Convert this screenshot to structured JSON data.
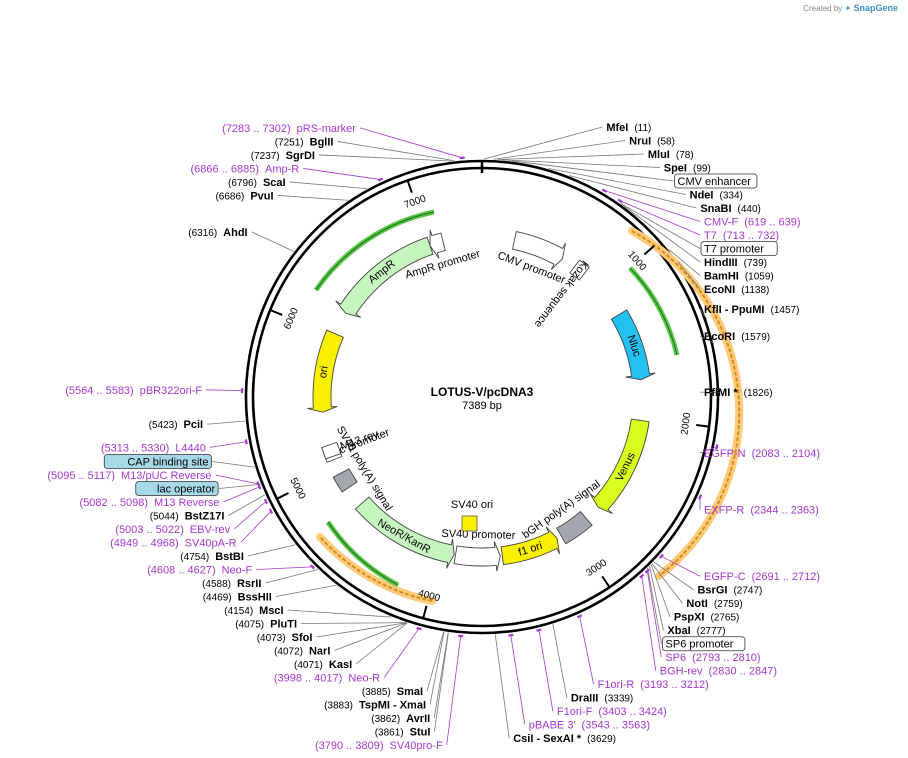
{
  "credit": {
    "created_by": "Created by",
    "brand": "SnapGene"
  },
  "plasmid": {
    "name": "LOTUS-V/pcDNA3",
    "size_label": "7389 bp",
    "length": 7389
  },
  "colors": {
    "backbone": "#000000",
    "primer": "#a638d0",
    "feature_gray": "#ededed"
  },
  "ticks": [
    {
      "pos": 1000,
      "label": "1000"
    },
    {
      "pos": 2000,
      "label": "2000"
    },
    {
      "pos": 3000,
      "label": "3000"
    },
    {
      "pos": 4000,
      "label": "4000"
    },
    {
      "pos": 5000,
      "label": "5000"
    },
    {
      "pos": 6000,
      "label": "6000"
    },
    {
      "pos": 7000,
      "label": "7000"
    }
  ],
  "labels": [
    {
      "text": "MfeI",
      "coord": "(11)",
      "style": "enzyme",
      "bold": true,
      "pos": 11
    },
    {
      "text": "NruI",
      "coord": "(58)",
      "style": "enzyme",
      "bold": true,
      "pos": 58
    },
    {
      "text": "MluI",
      "coord": "(78)",
      "style": "enzyme",
      "bold": true,
      "pos": 78
    },
    {
      "text": "SpeI",
      "coord": "(99)",
      "style": "enzyme",
      "bold": true,
      "pos": 99
    },
    {
      "text": "CMV enhancer",
      "coord": "",
      "style": "boxed",
      "pos": 150
    },
    {
      "text": "NdeI",
      "coord": "(334)",
      "style": "enzyme",
      "bold": true,
      "pos": 334
    },
    {
      "text": "SnaBI",
      "coord": "(440)",
      "style": "enzyme",
      "bold": true,
      "pos": 440
    },
    {
      "text": "CMV-F",
      "coord": "(619 .. 639)",
      "style": "primer",
      "pos": 629
    },
    {
      "text": "T7",
      "coord": "(713 .. 732)",
      "style": "primer",
      "pos": 722
    },
    {
      "text": "T7 promoter",
      "coord": "",
      "style": "boxed",
      "pos": 730
    },
    {
      "text": "HindIII",
      "coord": "(739)",
      "style": "enzyme",
      "bold": true,
      "pos": 739
    },
    {
      "text": "BamHI",
      "coord": "(1059)",
      "style": "enzyme",
      "bold": true,
      "pos": 1059
    },
    {
      "text": "EcoNI",
      "coord": "(1138)",
      "style": "enzyme",
      "bold": true,
      "pos": 1138
    },
    {
      "text": "KflI - PpuMI",
      "coord": "(1457)",
      "style": "enzyme",
      "bold": true,
      "pos": 1457
    },
    {
      "text": "EcoRI",
      "coord": "(1579)",
      "style": "enzyme",
      "bold": true,
      "pos": 1579
    },
    {
      "text": "PflMI *",
      "coord": "(1826)",
      "style": "enzyme",
      "bold": true,
      "pos": 1826
    },
    {
      "text": "EGFP-N",
      "coord": "(2083 .. 2104)",
      "style": "primer",
      "pos": 2093
    },
    {
      "text": "EXFP-R",
      "coord": "(2344 .. 2363)",
      "style": "primer",
      "pos": 2353
    },
    {
      "text": "EGFP-C",
      "coord": "(2691 .. 2712)",
      "style": "primer",
      "pos": 2701
    },
    {
      "text": "BsrGI",
      "coord": "(2747)",
      "style": "enzyme",
      "bold": true,
      "pos": 2747
    },
    {
      "text": "NotI",
      "coord": "(2759)",
      "style": "enzyme",
      "bold": true,
      "pos": 2759
    },
    {
      "text": "PspXI",
      "coord": "(2765)",
      "style": "enzyme",
      "bold": true,
      "pos": 2765
    },
    {
      "text": "XbaI",
      "coord": "(2777)",
      "style": "enzyme",
      "bold": true,
      "pos": 2777
    },
    {
      "text": "SP6 promoter",
      "coord": "",
      "style": "boxed",
      "pos": 2790
    },
    {
      "text": "SP6",
      "coord": "(2793 .. 2810)",
      "style": "primer",
      "pos": 2801
    },
    {
      "text": "BGH-rev",
      "coord": "(2830 .. 2847)",
      "style": "primer",
      "pos": 2838
    },
    {
      "text": "F1ori-R",
      "coord": "(3193 .. 3212)",
      "style": "primer",
      "pos": 3202
    },
    {
      "text": "DraIII",
      "coord": "(3339)",
      "style": "enzyme",
      "bold": true,
      "pos": 3339
    },
    {
      "text": "F1ori-F",
      "coord": "(3403 .. 3424)",
      "style": "primer",
      "pos": 3413
    },
    {
      "text": "pBABE 3'",
      "coord": "(3543 .. 3563)",
      "style": "primer",
      "pos": 3553
    },
    {
      "text": "CsiI - SexAI *",
      "coord": "(3629)",
      "style": "enzyme",
      "bold": true,
      "pos": 3629
    },
    {
      "text": "SV40pro-F",
      "coord": "(3790 .. 3809)",
      "style": "primer",
      "pos": 3799
    },
    {
      "text": "StuI",
      "coord": "(3861)",
      "style": "enzyme",
      "bold": true,
      "pos": 3861
    },
    {
      "text": "AvrII",
      "coord": "(3862)",
      "style": "enzyme",
      "bold": true,
      "pos": 3862
    },
    {
      "text": "TspMI - XmaI",
      "coord": "(3883)",
      "style": "enzyme",
      "bold": true,
      "pos": 3883
    },
    {
      "text": "SmaI",
      "coord": "(3885)",
      "style": "enzyme",
      "bold": true,
      "pos": 3885
    },
    {
      "text": "Neo-R",
      "coord": "(3998 .. 4017)",
      "style": "primer",
      "pos": 4007
    },
    {
      "text": "KasI",
      "coord": "(4071)",
      "style": "enzyme",
      "bold": true,
      "pos": 4071
    },
    {
      "text": "NarI",
      "coord": "(4072)",
      "style": "enzyme",
      "bold": true,
      "pos": 4072
    },
    {
      "text": "SfoI",
      "coord": "(4073)",
      "style": "enzyme",
      "bold": true,
      "pos": 4073
    },
    {
      "text": "PluTI",
      "coord": "(4075)",
      "style": "enzyme",
      "bold": true,
      "pos": 4075
    },
    {
      "text": "MscI",
      "coord": "(4154)",
      "style": "enzyme",
      "bold": true,
      "pos": 4154
    },
    {
      "text": "BssHII",
      "coord": "(4469)",
      "style": "enzyme",
      "bold": true,
      "pos": 4469
    },
    {
      "text": "RsrII",
      "coord": "(4588)",
      "style": "enzyme",
      "bold": true,
      "pos": 4588
    },
    {
      "text": "Neo-F",
      "coord": "(4608 .. 4627)",
      "style": "primer",
      "pos": 4617
    },
    {
      "text": "BstBI",
      "coord": "(4754)",
      "style": "enzyme",
      "bold": true,
      "pos": 4754
    },
    {
      "text": "SV40pA-R",
      "coord": "(4949 .. 4968)",
      "style": "primer",
      "pos": 4958
    },
    {
      "text": "EBV-rev",
      "coord": "(5003 .. 5022)",
      "style": "primer",
      "pos": 5012
    },
    {
      "text": "BstZ17I",
      "coord": "(5044)",
      "style": "enzyme",
      "bold": true,
      "pos": 5044
    },
    {
      "text": "M13 Reverse",
      "coord": "(5082 .. 5098)",
      "style": "primer",
      "pos": 5090
    },
    {
      "text": "lac operator",
      "coord": "",
      "style": "boxed-fill",
      "pos": 5100
    },
    {
      "text": "M13/pUC Reverse",
      "coord": "(5095 .. 5117)",
      "style": "primer",
      "pos": 5106
    },
    {
      "text": "CAP binding site",
      "coord": "",
      "style": "boxed-fill",
      "pos": 5190
    },
    {
      "text": "L4440",
      "coord": "(5313 .. 5330)",
      "style": "primer",
      "pos": 5321
    },
    {
      "text": "PciI",
      "coord": "(5423)",
      "style": "enzyme",
      "bold": true,
      "pos": 5423
    },
    {
      "text": "pBR322ori-F",
      "coord": "(5564 .. 5583)",
      "style": "primer",
      "pos": 5573
    },
    {
      "text": "AhdI",
      "coord": "(6316)",
      "style": "enzyme",
      "bold": true,
      "pos": 6316
    },
    {
      "text": "PvuI",
      "coord": "(6686)",
      "style": "enzyme",
      "bold": true,
      "pos": 6686
    },
    {
      "text": "ScaI",
      "coord": "(6796)",
      "style": "enzyme",
      "bold": true,
      "pos": 6796
    },
    {
      "text": "Amp-R",
      "coord": "(6866 .. 6885)",
      "style": "primer",
      "pos": 6875
    },
    {
      "text": "SgrDI",
      "coord": "(7237)",
      "style": "enzyme",
      "bold": true,
      "pos": 7237
    },
    {
      "text": "BglII",
      "coord": "(7251)",
      "style": "enzyme",
      "bold": true,
      "pos": 7251
    },
    {
      "text": "pRS-marker",
      "coord": "(7283 .. 7302)",
      "style": "primer",
      "pos": 7292
    }
  ],
  "features": [
    {
      "name": "CMV promoter",
      "start": 240,
      "end": 620,
      "dir": 1,
      "color": "#ffffff"
    },
    {
      "name": "Kozak sequence",
      "start": 760,
      "end": 780,
      "dir": 0,
      "color": "#ffffff"
    },
    {
      "name": "Nluc",
      "start": 1210,
      "end": 1720,
      "dir": 1,
      "color": "#22c1ef"
    },
    {
      "name": "Venus",
      "start": 2020,
      "end": 2740,
      "dir": 1,
      "color": "#d8ff1e"
    },
    {
      "name": "bGH poly(A) signal",
      "start": 2860,
      "end": 3085,
      "dir": 0,
      "color": "#a4a8ae"
    },
    {
      "name": "f1 ori",
      "start": 3120,
      "end": 3545,
      "dir": -1,
      "color": "#f9f000"
    },
    {
      "name": "SV40 promoter",
      "start": 3560,
      "end": 3890,
      "dir": -1,
      "color": "#ffffff"
    },
    {
      "name": "SV40 ori",
      "start": 3780,
      "end": 3850,
      "dir": 0,
      "color": "#f9f000"
    },
    {
      "name": "NeoR/KanR",
      "start": 3900,
      "end": 4690,
      "dir": -1,
      "color": "#c7f5c0"
    },
    {
      "name": "SV40 poly(A) signal",
      "start": 4840,
      "end": 4960,
      "dir": 0,
      "color": "#a4a8ae"
    },
    {
      "name": "lac promoter",
      "start": 5100,
      "end": 5130,
      "dir": 0,
      "color": "#ffffff"
    },
    {
      "name": "M13 rev",
      "start": 5130,
      "end": 5150,
      "dir": 0,
      "color": "#ffffff"
    },
    {
      "name": "ori",
      "start": 5430,
      "end": 6020,
      "dir": -1,
      "color": "#f9f000"
    },
    {
      "name": "AmpR",
      "start": 6190,
      "end": 7000,
      "dir": -1,
      "color": "#c7f5c0"
    },
    {
      "name": "AmpR promoter",
      "start": 7000,
      "end": 7100,
      "dir": -1,
      "color": "#ffffff"
    }
  ]
}
